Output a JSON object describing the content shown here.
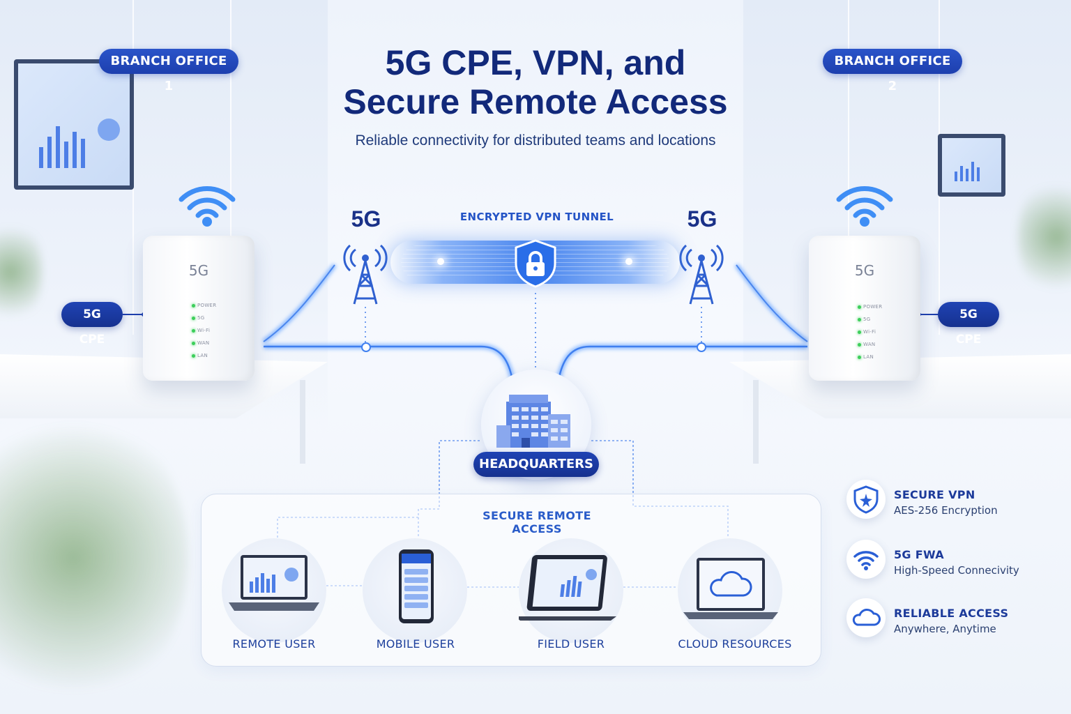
{
  "header": {
    "title_line1": "5G CPE, VPN, and",
    "title_line2": "Secure Remote Access",
    "subtitle": "Reliable connectivity for distributed teams and locations"
  },
  "branches": [
    {
      "label": "BRANCH OFFICE 1",
      "cpe_label": "5G CPE",
      "device_brand": "5G",
      "tower_label": "5G",
      "leds": [
        "POWER",
        "5G",
        "Wi-Fi",
        "WAN",
        "LAN"
      ]
    },
    {
      "label": "BRANCH OFFICE 2",
      "cpe_label": "5G CPE",
      "device_brand": "5G",
      "tower_label": "5G",
      "leds": [
        "POWER",
        "5G",
        "Wi-Fi",
        "WAN",
        "LAN"
      ]
    }
  ],
  "tunnel": {
    "label": "ENCRYPTED VPN TUNNEL"
  },
  "hq": {
    "label": "HEADQUARTERS"
  },
  "remote_access": {
    "title": "SECURE REMOTE ACCESS",
    "devices": [
      {
        "label": "REMOTE USER",
        "icon": "laptop-icon"
      },
      {
        "label": "MOBILE USER",
        "icon": "phone-icon"
      },
      {
        "label": "FIELD USER",
        "icon": "tablet-icon"
      },
      {
        "label": "CLOUD RESOURCES",
        "icon": "cloud-laptop-icon"
      }
    ]
  },
  "features": [
    {
      "title": "SECURE VPN",
      "desc": "AES-256 Encryption",
      "icon": "shield-icon"
    },
    {
      "title": "5G FWA",
      "desc": "High-Speed Connecivity",
      "icon": "wifi-icon"
    },
    {
      "title": "RELIABLE ACCESS",
      "desc": "Anywhere, Anytime",
      "icon": "cloud-icon"
    }
  ],
  "colors": {
    "primary": "#1d3fae",
    "accent": "#3f7ff0",
    "text": "#12297a"
  }
}
